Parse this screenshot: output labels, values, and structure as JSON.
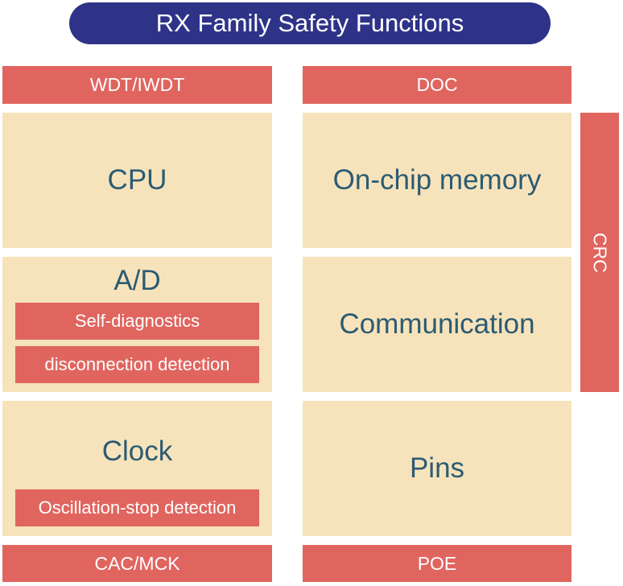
{
  "title": "RX Family Safety Functions",
  "top_bars": {
    "left": "WDT/IWDT",
    "right": "DOC"
  },
  "bottom_bars": {
    "left": "CAC/MCK",
    "right": "POE"
  },
  "left_column": {
    "cpu": "CPU",
    "ad": {
      "label": "A/D",
      "features": [
        "Self-diagnostics",
        "disconnection detection"
      ]
    },
    "clock": {
      "label": "Clock",
      "features": [
        "Oscillation-stop detection"
      ]
    }
  },
  "right_column": {
    "memory": "On-chip memory",
    "communication": "Communication",
    "pins": "Pins"
  },
  "side_bar": "CRC",
  "colors": {
    "title_bg": "#2e3388",
    "bar_red": "#e0655f",
    "cell_cream": "#f7e3bb",
    "text_teal": "#2b5b73"
  }
}
